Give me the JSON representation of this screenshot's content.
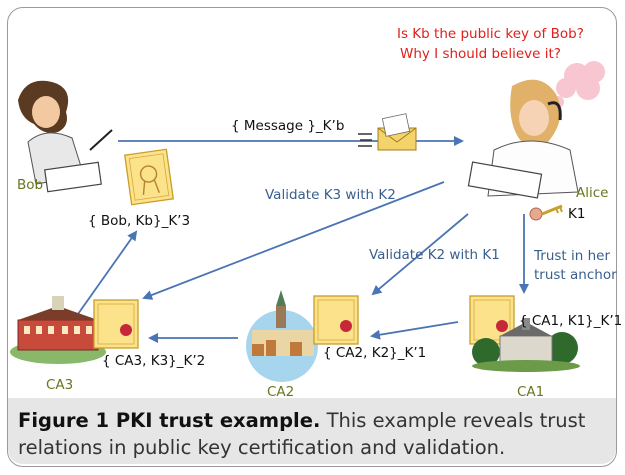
{
  "actors": {
    "bob": "Bob",
    "alice": "Alice",
    "ca1": "CA1",
    "ca2": "CA2",
    "ca3": "CA3"
  },
  "messages": {
    "message": "{ Message }_K’b",
    "bob_cert": "{ Bob, Kb}_K’3",
    "ca1_cert": "{ CA1, K1}_K’1",
    "ca2_cert": "{ CA2, K2}_K’1",
    "ca3_cert": "{ CA3, K3}_K’2",
    "k1": "K1"
  },
  "edges": {
    "validate_k3": "Validate K3 with K2",
    "validate_k2": "Validate K2 with K1",
    "trust_line1": "Trust in her",
    "trust_line2": "trust anchor"
  },
  "thought": {
    "line1": "Is Kb the public key of Bob?",
    "line2": "Why I should believe it?"
  },
  "caption": {
    "title": "Figure 1 PKI trust example.",
    "text": "This example reveals trust relations in public key certification and validation."
  },
  "colors": {
    "arrow": "#4a74b4",
    "label_blue": "#3a5f8c",
    "label_green": "#66781f",
    "thought_red": "#e0201b",
    "caption_bg": "#e6e6e6"
  }
}
